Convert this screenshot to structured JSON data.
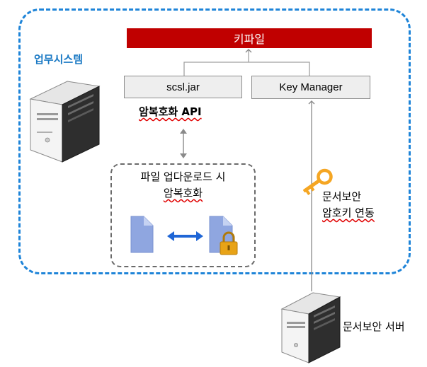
{
  "region": {
    "title": "업무시스템"
  },
  "keyfile": {
    "label": "키파일"
  },
  "jar": {
    "label": "scsl.jar"
  },
  "key_manager": {
    "label": "Key Manager"
  },
  "api": {
    "label": "암복호화 API"
  },
  "transfer": {
    "line1": "파일 업다운로드 시",
    "line2": "암복호화"
  },
  "key_link": {
    "line1": "문서보안",
    "line2": "암호키 연동"
  },
  "doc_server": {
    "label": "문서보안 서버"
  },
  "colors": {
    "region_border": "#1e84d8",
    "region_title": "#1a79c4",
    "keyfile_bar": "#c00000",
    "transfer_arrow": "#1f66d6",
    "key_icon": "#f5a623",
    "lock_icon": "#e8a317",
    "document_icon": "#8fa6e0"
  }
}
